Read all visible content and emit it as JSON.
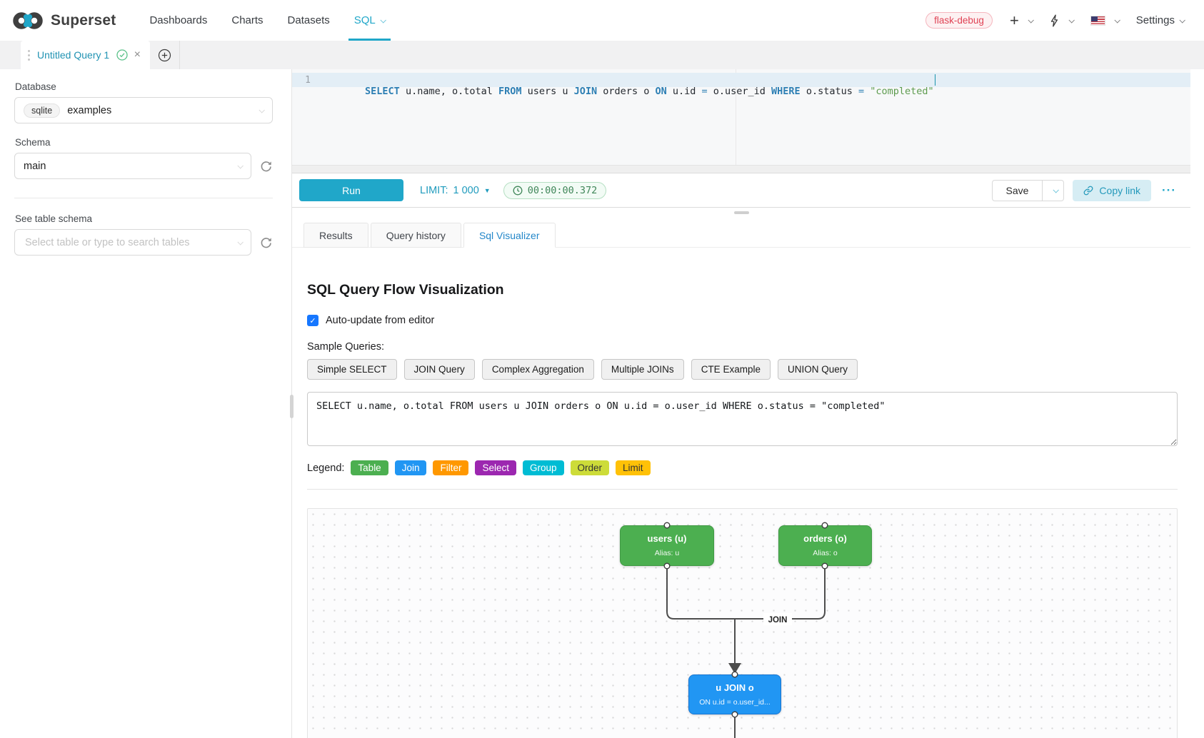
{
  "navbar": {
    "brand": "Superset",
    "items": [
      {
        "label": "Dashboards"
      },
      {
        "label": "Charts"
      },
      {
        "label": "Datasets"
      },
      {
        "label": "SQL",
        "active": true,
        "caret": true
      }
    ],
    "env_badge": "flask-debug",
    "plus_label": "+",
    "settings_label": "Settings"
  },
  "query_tab": {
    "title": "Untitled Query 1"
  },
  "sidebar": {
    "database_label": "Database",
    "database_engine": "sqlite",
    "database_value": "examples",
    "schema_label": "Schema",
    "schema_value": "main",
    "table_label": "See table schema",
    "table_placeholder": "Select table or type to search tables"
  },
  "editor": {
    "line_number": "1",
    "tokens": [
      {
        "t": "SELECT",
        "c": "kw"
      },
      {
        "t": " u.name, o.total ",
        "c": "plain"
      },
      {
        "t": "FROM",
        "c": "kw"
      },
      {
        "t": " users u ",
        "c": "plain"
      },
      {
        "t": "JOIN",
        "c": "kw"
      },
      {
        "t": " orders o ",
        "c": "plain"
      },
      {
        "t": "ON",
        "c": "kw"
      },
      {
        "t": " u.id ",
        "c": "plain"
      },
      {
        "t": "=",
        "c": "op"
      },
      {
        "t": " o.user_id ",
        "c": "plain"
      },
      {
        "t": "WHERE",
        "c": "kw"
      },
      {
        "t": " o.status ",
        "c": "plain"
      },
      {
        "t": "=",
        "c": "op"
      },
      {
        "t": " ",
        "c": "plain"
      },
      {
        "t": "\"completed\"",
        "c": "str"
      }
    ]
  },
  "toolbar": {
    "run": "Run",
    "limit_label": "LIMIT:",
    "limit_value": "1 000",
    "limit_caret": "▼",
    "elapsed": "00:00:00.372",
    "save": "Save",
    "copy_link": "Copy link",
    "more": "···"
  },
  "result_tabs": [
    {
      "label": "Results"
    },
    {
      "label": "Query history"
    },
    {
      "label": "Sql Visualizer",
      "active": true
    }
  ],
  "visualizer": {
    "title": "SQL Query Flow Visualization",
    "auto_update": "Auto-update from editor",
    "check_glyph": "✓",
    "sample_label": "Sample Queries:",
    "samples": [
      "Simple SELECT",
      "JOIN Query",
      "Complex Aggregation",
      "Multiple JOINs",
      "CTE Example",
      "UNION Query"
    ],
    "query": "SELECT u.name, o.total FROM users u JOIN orders o ON u.id = o.user_id WHERE o.status = \"completed\"",
    "legend_label": "Legend:",
    "legend": [
      {
        "label": "Table",
        "bg": "#4caf50",
        "fg": "#ffffff"
      },
      {
        "label": "Join",
        "bg": "#2196f3",
        "fg": "#ffffff"
      },
      {
        "label": "Filter",
        "bg": "#ff9800",
        "fg": "#ffffff"
      },
      {
        "label": "Select",
        "bg": "#9c27b0",
        "fg": "#ffffff"
      },
      {
        "label": "Group",
        "bg": "#00bcd4",
        "fg": "#ffffff"
      },
      {
        "label": "Order",
        "bg": "#cddc39",
        "fg": "#333333"
      },
      {
        "label": "Limit",
        "bg": "#ffc107",
        "fg": "#333333"
      }
    ],
    "diagram": {
      "nodes": [
        {
          "title": "users (u)",
          "subtitle": "Alias: u",
          "color": "#4caf50"
        },
        {
          "title": "orders (o)",
          "subtitle": "Alias: o",
          "color": "#4caf50"
        },
        {
          "title": "u JOIN o",
          "subtitle": "ON u.id = o.user_id...",
          "color": "#2196f3"
        }
      ],
      "edge_label": "JOIN"
    }
  }
}
